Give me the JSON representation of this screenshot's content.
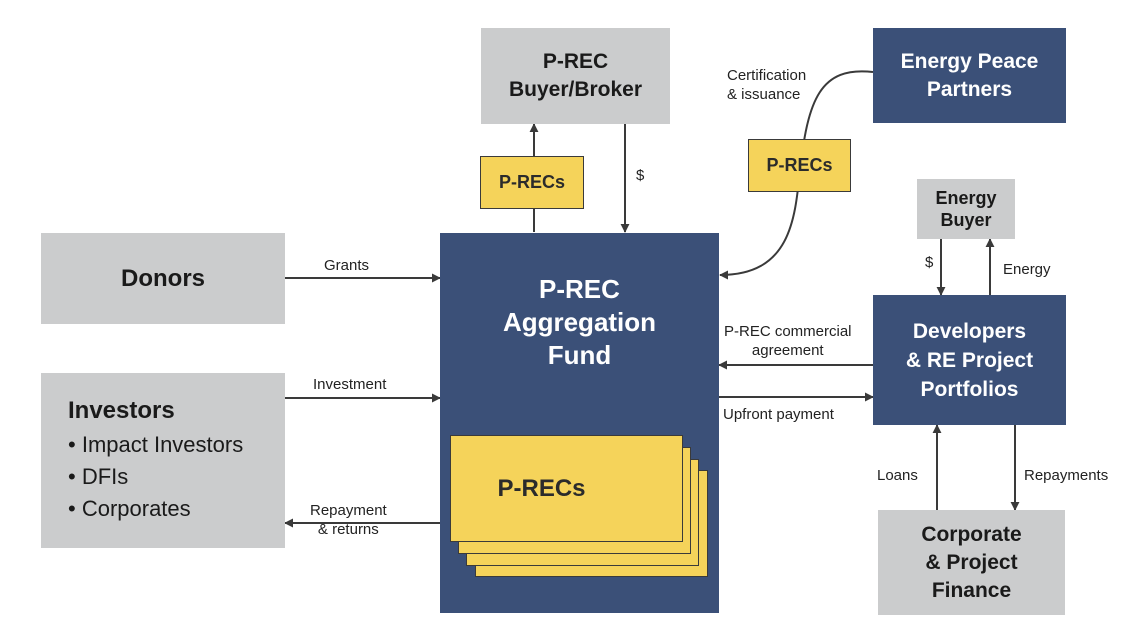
{
  "nodes": {
    "buyer_broker": [
      "P-REC",
      "Buyer/Broker"
    ],
    "energy_peace_partners": [
      "Energy Peace",
      "Partners"
    ],
    "donors": "Donors",
    "investors": {
      "title": "Investors",
      "items": [
        "Impact Investors",
        "DFIs",
        "Corporates"
      ]
    },
    "fund": [
      "P-REC",
      "Aggregation",
      "Fund"
    ],
    "fund_precs": "P-RECs",
    "precs_to_buyer": "P-RECs",
    "precs_from_epp": "P-RECs",
    "energy_buyer": [
      "Energy",
      "Buyer"
    ],
    "developers": [
      "Developers",
      "& RE Project",
      "Portfolios"
    ],
    "finance": [
      "Corporate",
      "& Project",
      "Finance"
    ]
  },
  "edges": {
    "certification": [
      "Certification",
      "& issuance"
    ],
    "dollar_buyer": "$",
    "grants": "Grants",
    "investment": "Investment",
    "repayment": [
      "Repayment",
      "& returns"
    ],
    "commercial_agreement": [
      "P-REC commercial",
      "agreement"
    ],
    "upfront_payment": "Upfront payment",
    "dollar_energy": "$",
    "energy": "Energy",
    "loans": "Loans",
    "repayments": "Repayments"
  },
  "colors": {
    "navy": "#3b5078",
    "gray": "#cbcccd",
    "yellow": "#f5d35a",
    "arrow": "#3a3a3a"
  }
}
